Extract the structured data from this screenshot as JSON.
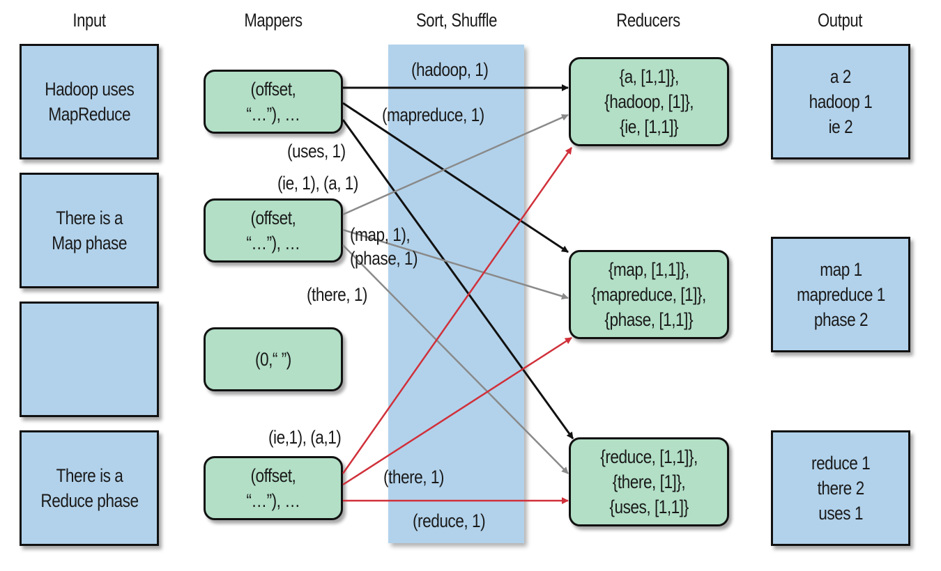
{
  "columns": {
    "input": "Input",
    "mappers": "Mappers",
    "shuffle": "Sort, Shuffle",
    "reducers": "Reducers",
    "output": "Output"
  },
  "inputs": [
    "Hadoop uses\nMapReduce",
    "There is a\nMap phase",
    "",
    "There is a\nReduce phase"
  ],
  "mappers": [
    "(offset,\n“…”), …",
    "(offset,\n“…”), …",
    "(0,“ ”)",
    "(offset,\n“…”), …"
  ],
  "reducers": [
    "{a, [1,1]},\n{hadoop, [1]},\n{ie, [1,1]}",
    "{map, [1,1]},\n{mapreduce, [1]},\n{phase, [1,1]}",
    "{reduce, [1,1]},\n{there, [1]},\n{uses, [1,1]}"
  ],
  "outputs": [
    "a 2\nhadoop 1\nie 2",
    "map 1\nmapreduce 1\nphase 2",
    "reduce 1\nthere 2\nuses 1"
  ],
  "edge_labels": {
    "hadoop": "(hadoop, 1)",
    "mapreduce": "(mapreduce, 1)",
    "uses": "(uses, 1)",
    "ie_a_1": "(ie, 1), (a, 1)",
    "map_phase": "(map, 1),\n(phase, 1)",
    "there_2": "(there, 1)",
    "ie_a_4": "(ie,1), (a,1)",
    "there_4": "(there, 1)",
    "reduce": "(reduce, 1)"
  },
  "colors": {
    "mapper1_edges": "#111111",
    "mapper2_edges": "#8a8a8a",
    "mapper4_edges": "#d0303a"
  },
  "edges": [
    {
      "from": "mapper-1",
      "to": "reducer-1",
      "color": "mapper1_edges"
    },
    {
      "from": "mapper-1",
      "to": "reducer-2",
      "color": "mapper1_edges"
    },
    {
      "from": "mapper-1",
      "to": "reducer-3",
      "color": "mapper1_edges"
    },
    {
      "from": "mapper-2",
      "to": "reducer-1",
      "color": "mapper2_edges"
    },
    {
      "from": "mapper-2",
      "to": "reducer-2",
      "color": "mapper2_edges"
    },
    {
      "from": "mapper-2",
      "to": "reducer-3",
      "color": "mapper2_edges"
    },
    {
      "from": "mapper-4",
      "to": "reducer-1",
      "color": "mapper4_edges"
    },
    {
      "from": "mapper-4",
      "to": "reducer-2",
      "color": "mapper4_edges"
    },
    {
      "from": "mapper-4",
      "to": "reducer-3",
      "color": "mapper4_edges"
    }
  ]
}
